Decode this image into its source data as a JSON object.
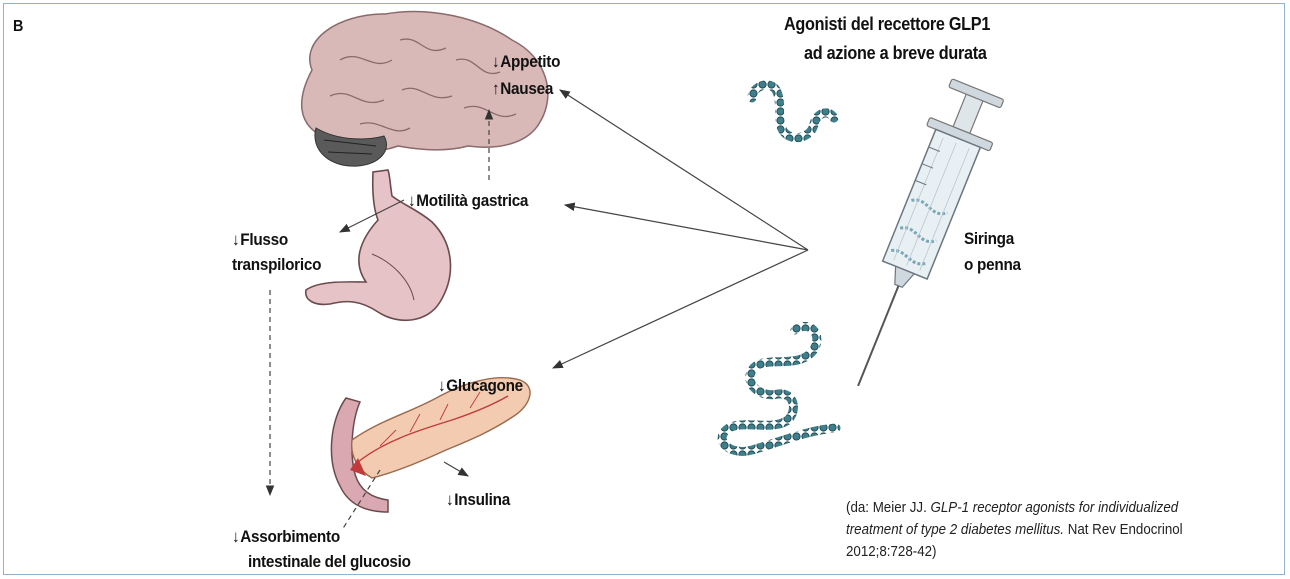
{
  "panel_label": "B",
  "drug_title": {
    "line1": "Agonisti del recettore GLP1",
    "line2": "ad azione a breve durata"
  },
  "syringe_label": {
    "line1": "Siringa",
    "line2": "o penna"
  },
  "effects": {
    "appetite": {
      "arrow": "↓",
      "text": "Appetito"
    },
    "nausea": {
      "arrow": "↑",
      "text": "Nausea"
    },
    "gastric_motility": {
      "arrow": "↓",
      "text": "Motilità gastrica"
    },
    "flow_line1": {
      "arrow": "↓",
      "text": "Flusso"
    },
    "flow_line2": "transpilorico",
    "glucagon": {
      "arrow": "↓",
      "text": "Glucagone"
    },
    "insulin": {
      "arrow": "↓",
      "text": "Insulina"
    },
    "absorption_line1": {
      "arrow": "↓",
      "text": "Assorbimento"
    },
    "absorption_line2": "intestinale del glucosio"
  },
  "citation": {
    "prefix": "(da: Meier JJ. ",
    "title": "GLP-1 receptor agonists for individualized treatment of type 2 diabetes mellitus.",
    "suffix_line": "Nat Rev Endocrinol",
    "line1": "(da: Meier JJ. ",
    "line1_italic": "GLP-1 receptor agonists for individualized",
    "line2_italic": "treatment of type 2 diabetes mellitus.",
    "line2_rest": " Nat Rev Endocrinol",
    "line3": "2012;8:728-42)"
  },
  "colors": {
    "frame": "#8fb3cf",
    "brain": "#d9b8b8",
    "cerebellum": "#5a5a5a",
    "stomach": "#e6c3c6",
    "pancreas": "#f2cbb0",
    "vessel": "#c23a3a",
    "peptide": "#3f7f8c",
    "syringe_barrel": "#e8f0f4"
  }
}
